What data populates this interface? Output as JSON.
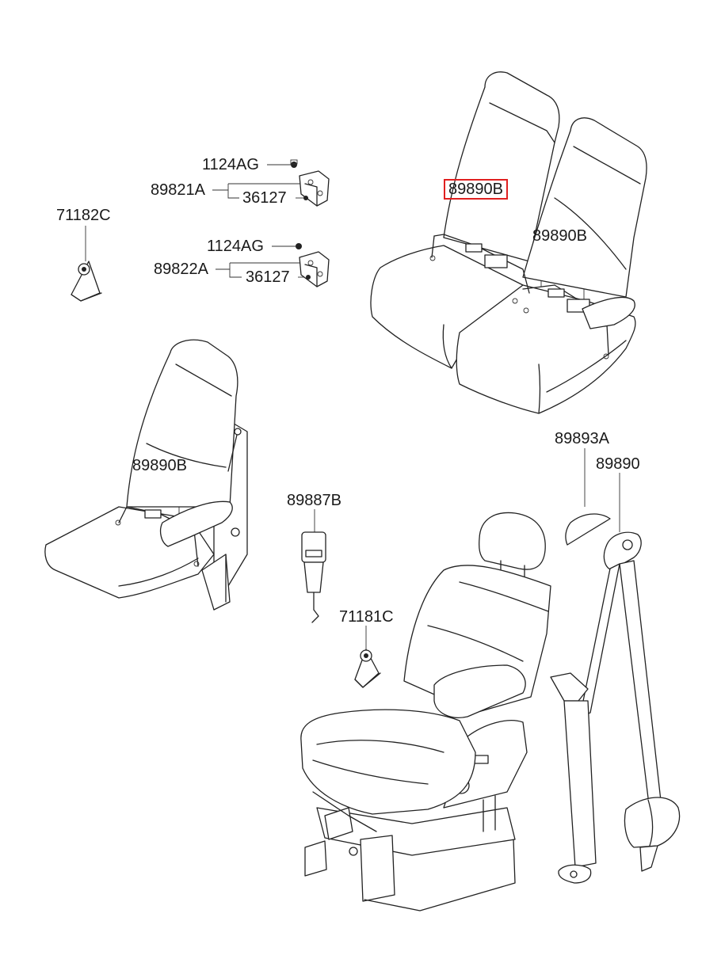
{
  "diagram": {
    "labels": {
      "l_1124ag_top": "1124AG",
      "l_89821a": "89821A",
      "l_36127_top": "36127",
      "l_1124ag_mid": "1124AG",
      "l_89822a": "89822A",
      "l_36127_mid": "36127",
      "l_71182c": "71182C",
      "l_89890b_rear1": "89890B",
      "l_89890b_rear2": "89890B",
      "l_89890b_jump": "89890B",
      "l_89887b": "89887B",
      "l_71181c": "71181C",
      "l_89893a": "89893A",
      "l_89890": "89890"
    },
    "highlight_color": "#e02020"
  }
}
